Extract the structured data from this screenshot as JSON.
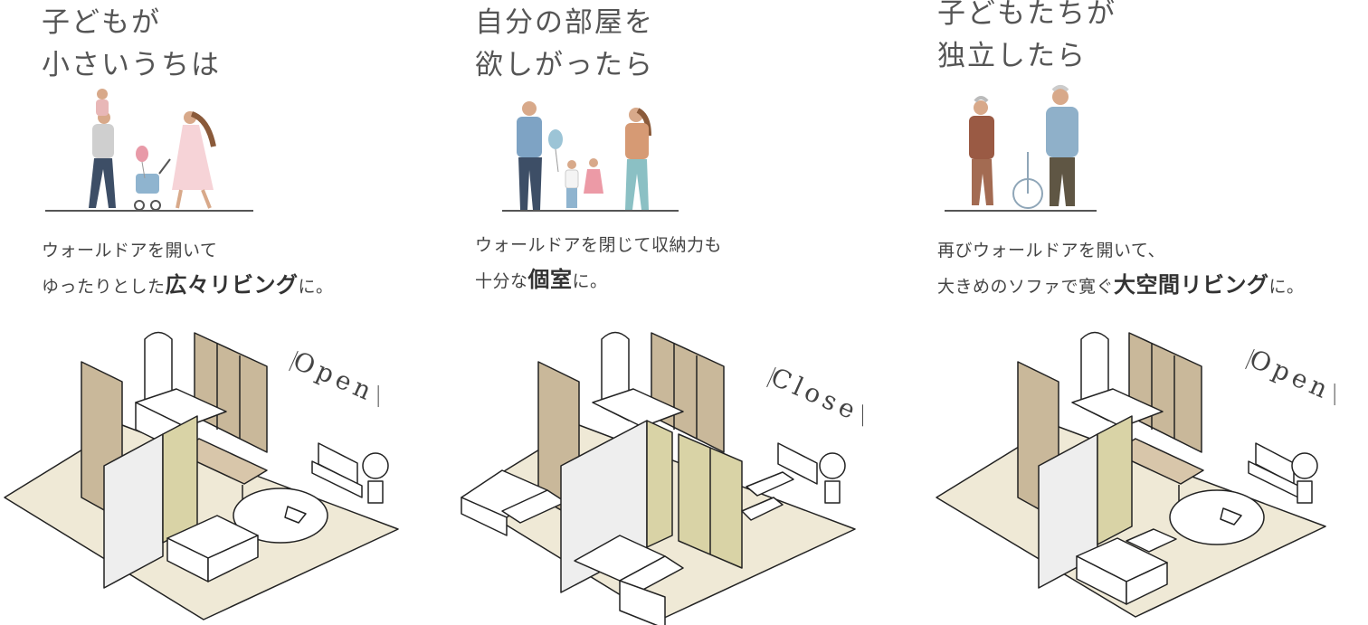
{
  "panels": [
    {
      "title": "子どもが\n小さいうちは",
      "desc_line1": "ウォールドアを開いて",
      "desc_line2_pre": "ゆったりとした",
      "desc_line2_bold": "広々リビング",
      "desc_line2_post": "に。",
      "state_label": "Open",
      "illustration": "family-parents-toddler-icon"
    },
    {
      "title": "自分の部屋を\n欲しがったら",
      "desc_line1": "ウォールドアを閉じて収納力も",
      "desc_line2_pre": "十分な",
      "desc_line2_bold": "個室",
      "desc_line2_post": "に。",
      "state_label": "Close",
      "illustration": "family-two-children-icon"
    },
    {
      "title": "子どもたちが\n独立したら",
      "desc_line1": "再びウォールドアを開いて、",
      "desc_line2_pre": "大きめのソファで寛ぐ",
      "desc_line2_bold": "大空間リビング",
      "desc_line2_post": "に。",
      "state_label": "Open",
      "illustration": "elderly-couple-icon"
    }
  ],
  "colors": {
    "floor": "#efe9d6",
    "wood": "#c9b89a",
    "door_panel": "#d9d3a6",
    "wall": "#eeeeee",
    "line": "#222222"
  }
}
